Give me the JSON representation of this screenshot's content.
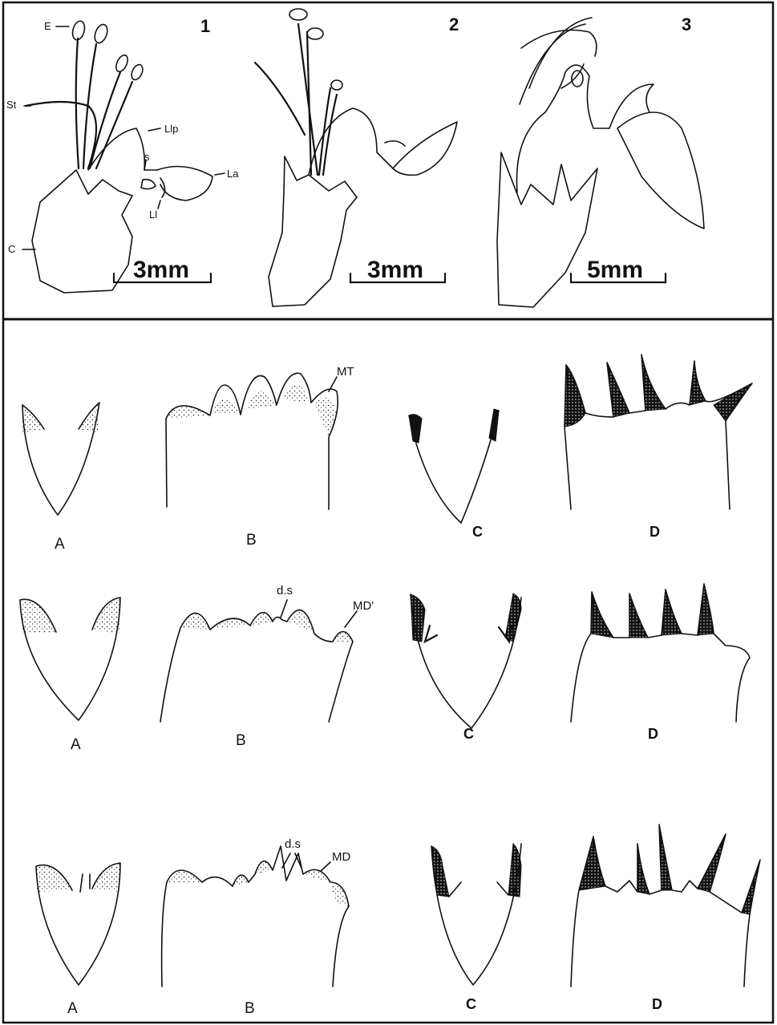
{
  "panel_top": {
    "figures": [
      {
        "number": "1",
        "scale_bar": "3mm",
        "labels": {
          "E": "E",
          "St": "St",
          "Llp": "Llp",
          "s": "s",
          "La": "La",
          "Ll": "Ll",
          "C": "C"
        }
      },
      {
        "number": "2",
        "scale_bar": "3mm"
      },
      {
        "number": "3",
        "scale_bar": "5mm"
      }
    ]
  },
  "panel_bottom": {
    "rows": [
      {
        "letters": [
          "A",
          "B",
          "C",
          "D"
        ],
        "annotations": [
          "MT"
        ]
      },
      {
        "letters": [
          "A",
          "B",
          "C",
          "D"
        ],
        "annotations": [
          "d.s",
          "MD'"
        ]
      },
      {
        "letters": [
          "A",
          "B",
          "C",
          "D"
        ],
        "annotations": [
          "d.s",
          "MD"
        ]
      }
    ]
  }
}
